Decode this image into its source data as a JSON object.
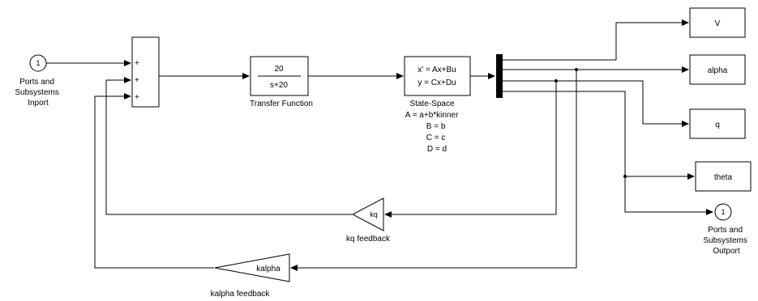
{
  "inport": {
    "number": "1",
    "label_lines": [
      "Ports and",
      "Subsystems",
      "Inport"
    ]
  },
  "sum": {
    "signs": [
      "+",
      "+",
      "+"
    ]
  },
  "transfer_function": {
    "numerator": "20",
    "denominator": "s+20",
    "label": "Transfer Function"
  },
  "state_space": {
    "equation_1": "x' = Ax+Bu",
    "equation_2": "y = Cx+Du",
    "label": "State-Space",
    "param_lines": [
      "A = a+b*kinner",
      "B = b",
      "C = c",
      "D = d"
    ]
  },
  "outputs": {
    "v": "V",
    "alpha": "alpha",
    "q": "q",
    "theta": "theta"
  },
  "outport": {
    "number": "1",
    "label_lines": [
      "Ports and",
      "Subsystems",
      "Outport"
    ]
  },
  "gain_kq": {
    "value": "kq",
    "label": "kq feedback"
  },
  "gain_kalpha": {
    "value": "kalpha",
    "label": "kalpha feedback"
  }
}
